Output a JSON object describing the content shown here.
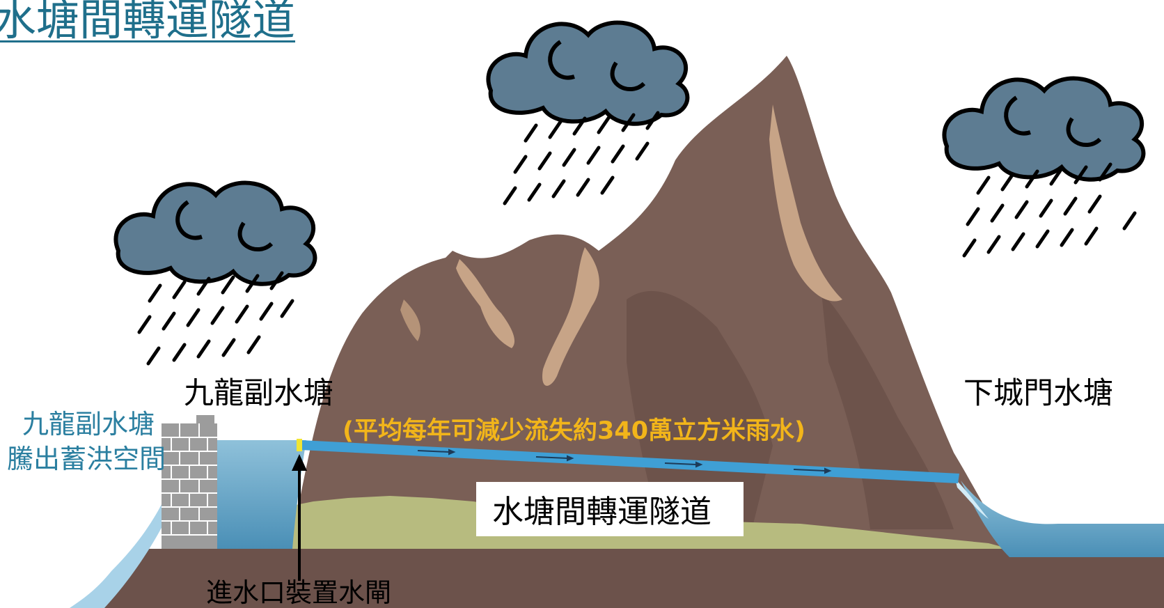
{
  "title": "水塘間轉運隧道",
  "labels": {
    "kowloon_reservoir": "九龍副水塘",
    "shing_mun_reservoir": "下城門水塘",
    "kowloon_side_line1": "九龍副水塘",
    "kowloon_side_line2": "騰出蓄洪空間",
    "savings": "(平均每年可減少流失約340萬立方米雨水)",
    "tunnel": "水塘間轉運隧道",
    "intake": "進水口裝置水閘"
  },
  "colors": {
    "sky": "#ffffff",
    "mountain": "#7a5f56",
    "mountain_light": "#c7a487",
    "ground": "#6c524b",
    "grass": "#b7bb7f",
    "water": "#6fa7c6",
    "tunnel": "#3f9fd5",
    "cloud": "#5d7c92",
    "title": "#1f6f8b",
    "side_label": "#2b7fa0",
    "savings_text": "#f2b51a"
  }
}
